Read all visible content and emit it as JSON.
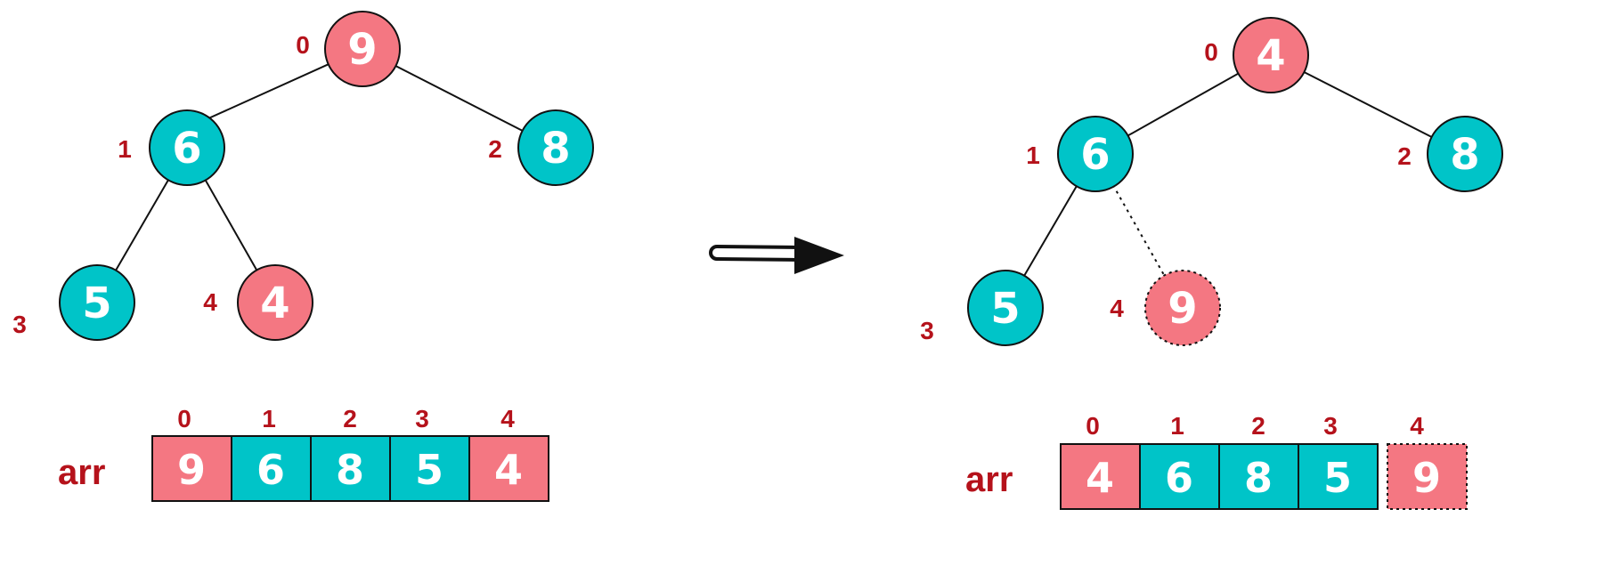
{
  "colors": {
    "highlight": "#f47782",
    "normal": "#00c4c8",
    "label": "#b5121b",
    "edge": "#111111",
    "arrow": "#111111"
  },
  "left": {
    "nodes": [
      {
        "index": "0",
        "value": "9",
        "color": "highlight",
        "style": "solid"
      },
      {
        "index": "1",
        "value": "6",
        "color": "normal",
        "style": "solid"
      },
      {
        "index": "2",
        "value": "8",
        "color": "normal",
        "style": "solid"
      },
      {
        "index": "3",
        "value": "5",
        "color": "normal",
        "style": "solid"
      },
      {
        "index": "4",
        "value": "4",
        "color": "highlight",
        "style": "solid"
      }
    ],
    "array": {
      "label": "arr",
      "indices": [
        "0",
        "1",
        "2",
        "3",
        "4"
      ],
      "values": [
        "9",
        "6",
        "8",
        "5",
        "4"
      ],
      "colors": [
        "highlight",
        "normal",
        "normal",
        "normal",
        "highlight"
      ],
      "styles": [
        "solid",
        "solid",
        "solid",
        "solid",
        "solid"
      ]
    }
  },
  "right": {
    "nodes": [
      {
        "index": "0",
        "value": "4",
        "color": "highlight",
        "style": "solid"
      },
      {
        "index": "1",
        "value": "6",
        "color": "normal",
        "style": "solid"
      },
      {
        "index": "2",
        "value": "8",
        "color": "normal",
        "style": "solid"
      },
      {
        "index": "3",
        "value": "5",
        "color": "normal",
        "style": "solid"
      },
      {
        "index": "4",
        "value": "9",
        "color": "highlight",
        "style": "dotted"
      }
    ],
    "array": {
      "label": "arr",
      "indices": [
        "0",
        "1",
        "2",
        "3",
        "4"
      ],
      "values": [
        "4",
        "6",
        "8",
        "5",
        "9"
      ],
      "colors": [
        "highlight",
        "normal",
        "normal",
        "normal",
        "highlight"
      ],
      "styles": [
        "solid",
        "solid",
        "solid",
        "solid",
        "dotted"
      ]
    }
  }
}
